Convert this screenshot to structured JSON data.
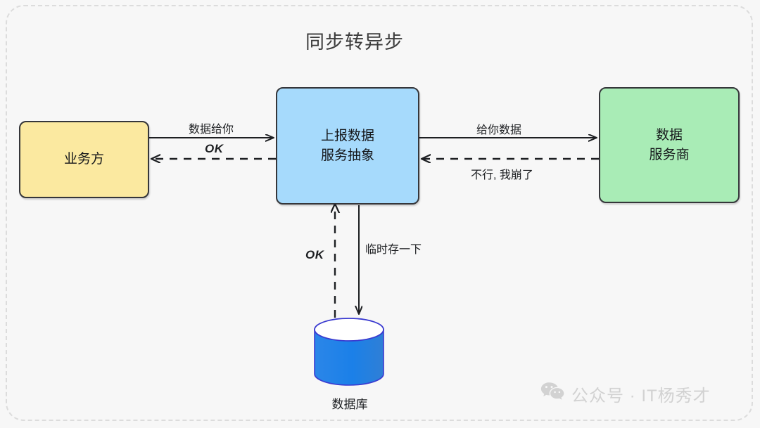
{
  "diagram": {
    "title": "同步转异步",
    "nodes": {
      "business": {
        "label": "业务方",
        "color": "#fbe9a0"
      },
      "service": {
        "line1": "上报数据",
        "line2": "服务抽象",
        "color": "#a6dafc"
      },
      "provider": {
        "line1": "数据",
        "line2": "服务商",
        "color": "#a9ecb6"
      },
      "database": {
        "label": "数据库",
        "color": "#1f7fe0"
      }
    },
    "edges": {
      "data_to_you": "数据给你",
      "ok_left": "OK",
      "give_data": "给你数据",
      "crashed": "不行, 我崩了",
      "temp_store": "临时存一下",
      "ok_db": "OK"
    }
  },
  "watermark": {
    "icon": "wechat-icon",
    "text": "公众号 · IT杨秀才",
    "color": "#d2d2d2"
  }
}
